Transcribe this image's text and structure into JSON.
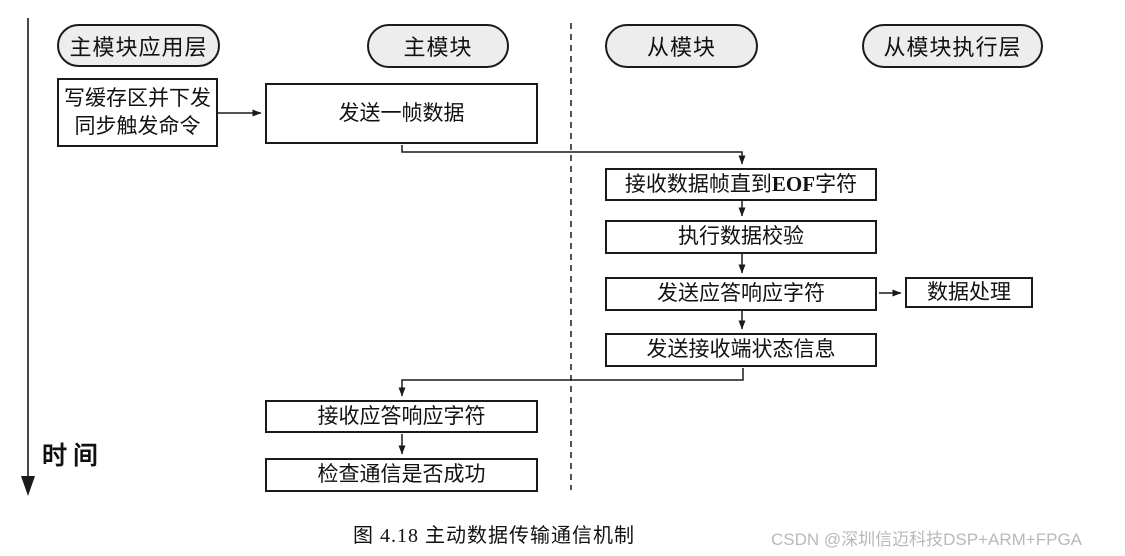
{
  "header_pills": [
    {
      "label": "主模块应用层"
    },
    {
      "label": "主模块"
    },
    {
      "label": "从模块"
    },
    {
      "label": "从模块执行层"
    }
  ],
  "flow": {
    "write_buffer": {
      "line1": "写缓存区并下发",
      "line2": "同步触发命令"
    },
    "send_frame": {
      "label": "发送一帧数据"
    },
    "recv_frame": {
      "prefix": "接收数据帧直到",
      "em": "EOF",
      "suffix": "字符"
    },
    "verify": {
      "label": "执行数据校验"
    },
    "send_ack": {
      "label": "发送应答响应字符"
    },
    "data_process": {
      "label": "数据处理"
    },
    "send_status": {
      "label": "发送接收端状态信息"
    },
    "recv_ack": {
      "label": "接收应答响应字符"
    },
    "check_comm": {
      "label": "检查通信是否成功"
    }
  },
  "timeline": {
    "label": "时间"
  },
  "caption": "图 4.18  主动数据传输通信机制",
  "watermark": "CSDN @深圳信迈科技DSP+ARM+FPGA",
  "colors": {
    "line": "#1a1a1a",
    "pill_fill": "#ededed",
    "watermark": "#b9b9b9"
  }
}
